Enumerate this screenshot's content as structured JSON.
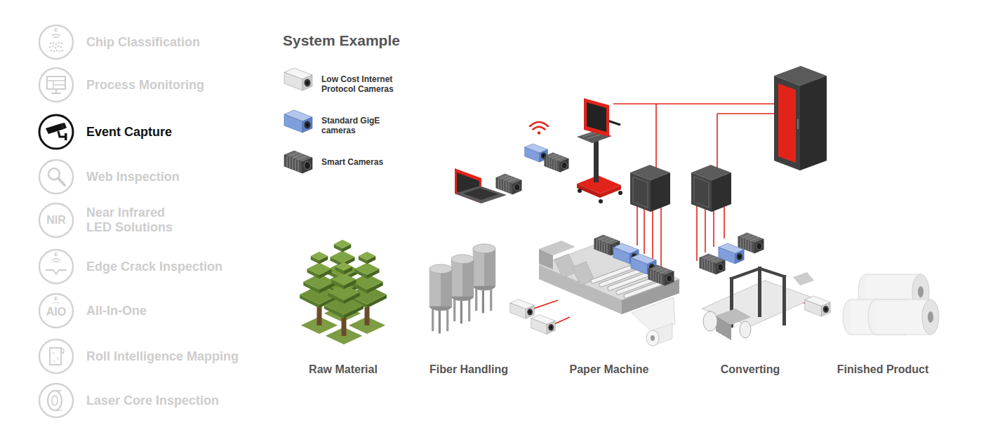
{
  "diagram": {
    "title": "System Example",
    "nodes": [
      {
        "text": [
          "E",
          "Chip Classification"
        ]
      },
      {
        "text": [
          "Process Monitoring"
        ]
      },
      {
        "text": [
          "Event Capture"
        ]
      },
      {
        "text": [
          "Web Inspection"
        ]
      },
      {
        "text": [
          "NIR",
          "Near Infrared LED Solutions"
        ]
      },
      {
        "text": [
          "E",
          "Edge Crack Inspection"
        ]
      },
      {
        "text": [
          "E",
          "AIO",
          "All-In-One"
        ]
      },
      {
        "text": [
          "Roll Intelligence Mapping"
        ]
      },
      {
        "text": [
          "Laser Core Inspection"
        ]
      }
    ],
    "labels": [
      "Raw Material",
      "Fiber Handling",
      "Paper Machine",
      "Converting",
      "Finished Product"
    ],
    "legend": [
      {
        "text": "Low Cost Internet Protocol Cameras"
      },
      {
        "text": "Standard GigE cameras"
      },
      {
        "text": "Smart Cameras"
      }
    ]
  }
}
